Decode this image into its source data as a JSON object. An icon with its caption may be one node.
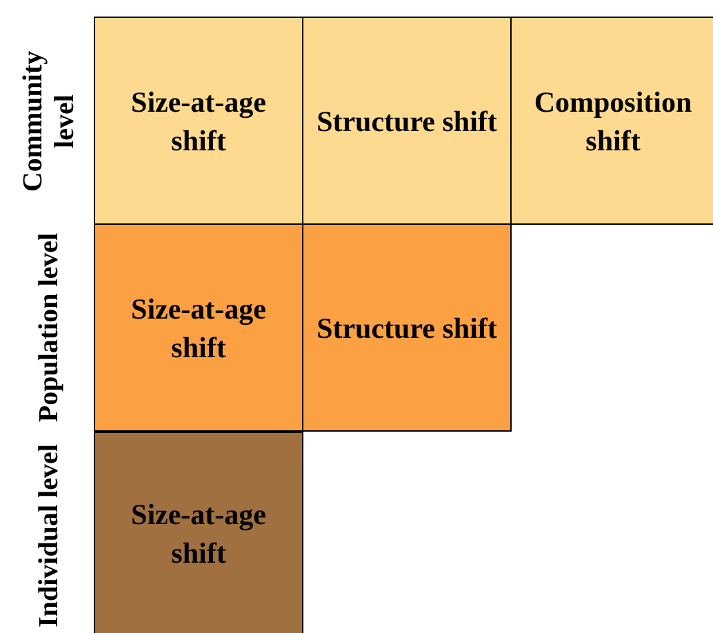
{
  "diagram": {
    "nodes": [
      {
        "text": [
          "Size-at-age shift"
        ]
      },
      {
        "text": [
          "Structure shift"
        ]
      },
      {
        "text": [
          "Composition shift"
        ]
      },
      {
        "text": [
          "Size-at-age shift"
        ]
      },
      {
        "text": [
          "Structure shift"
        ]
      },
      {
        "text": [
          "Size-at-age shift"
        ]
      }
    ],
    "labels": [
      "Community level",
      "Population level",
      "Individual level"
    ]
  }
}
